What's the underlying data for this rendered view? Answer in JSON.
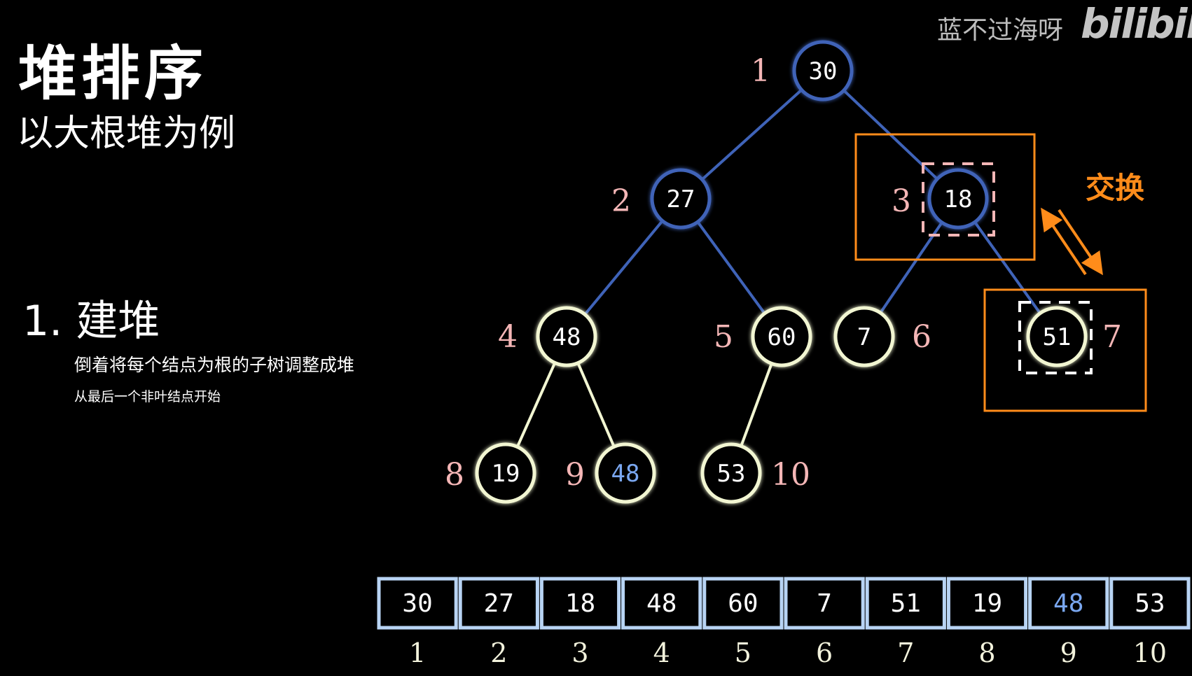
{
  "title": "堆排序",
  "subtitle": "以大根堆为例",
  "step": "1. 建堆",
  "desc1": "倒着将每个结点为根的子树调整成堆",
  "desc2": "从最后一个非叶结点开始",
  "watermark": "蓝不过海呀",
  "logo": "bilibili",
  "swap_label": "交换",
  "colors": {
    "blue_ring": "#3f63b8",
    "cream_ring": "#f2f6d2",
    "orange": "#ff8c1a",
    "pink": "#f4b6b6",
    "highlight_text": "#7aa7f0",
    "array_border": "#b8d4f4"
  },
  "nodes": [
    {
      "index": "1",
      "value": "30",
      "style": "blue"
    },
    {
      "index": "2",
      "value": "27",
      "style": "blue"
    },
    {
      "index": "3",
      "value": "18",
      "style": "blue"
    },
    {
      "index": "4",
      "value": "48",
      "style": "cream"
    },
    {
      "index": "5",
      "value": "60",
      "style": "cream"
    },
    {
      "index": "6",
      "value": "7",
      "style": "cream"
    },
    {
      "index": "7",
      "value": "51",
      "style": "cream"
    },
    {
      "index": "8",
      "value": "19",
      "style": "cream"
    },
    {
      "index": "9",
      "value": "48",
      "style": "cream",
      "highlight": true
    },
    {
      "index": "10",
      "value": "53",
      "style": "cream"
    }
  ],
  "array": [
    {
      "value": "30",
      "index": "1"
    },
    {
      "value": "27",
      "index": "2"
    },
    {
      "value": "18",
      "index": "3"
    },
    {
      "value": "48",
      "index": "4"
    },
    {
      "value": "60",
      "index": "5"
    },
    {
      "value": "7",
      "index": "6"
    },
    {
      "value": "51",
      "index": "7"
    },
    {
      "value": "19",
      "index": "8"
    },
    {
      "value": "48",
      "index": "9",
      "highlight": true
    },
    {
      "value": "53",
      "index": "10"
    }
  ]
}
